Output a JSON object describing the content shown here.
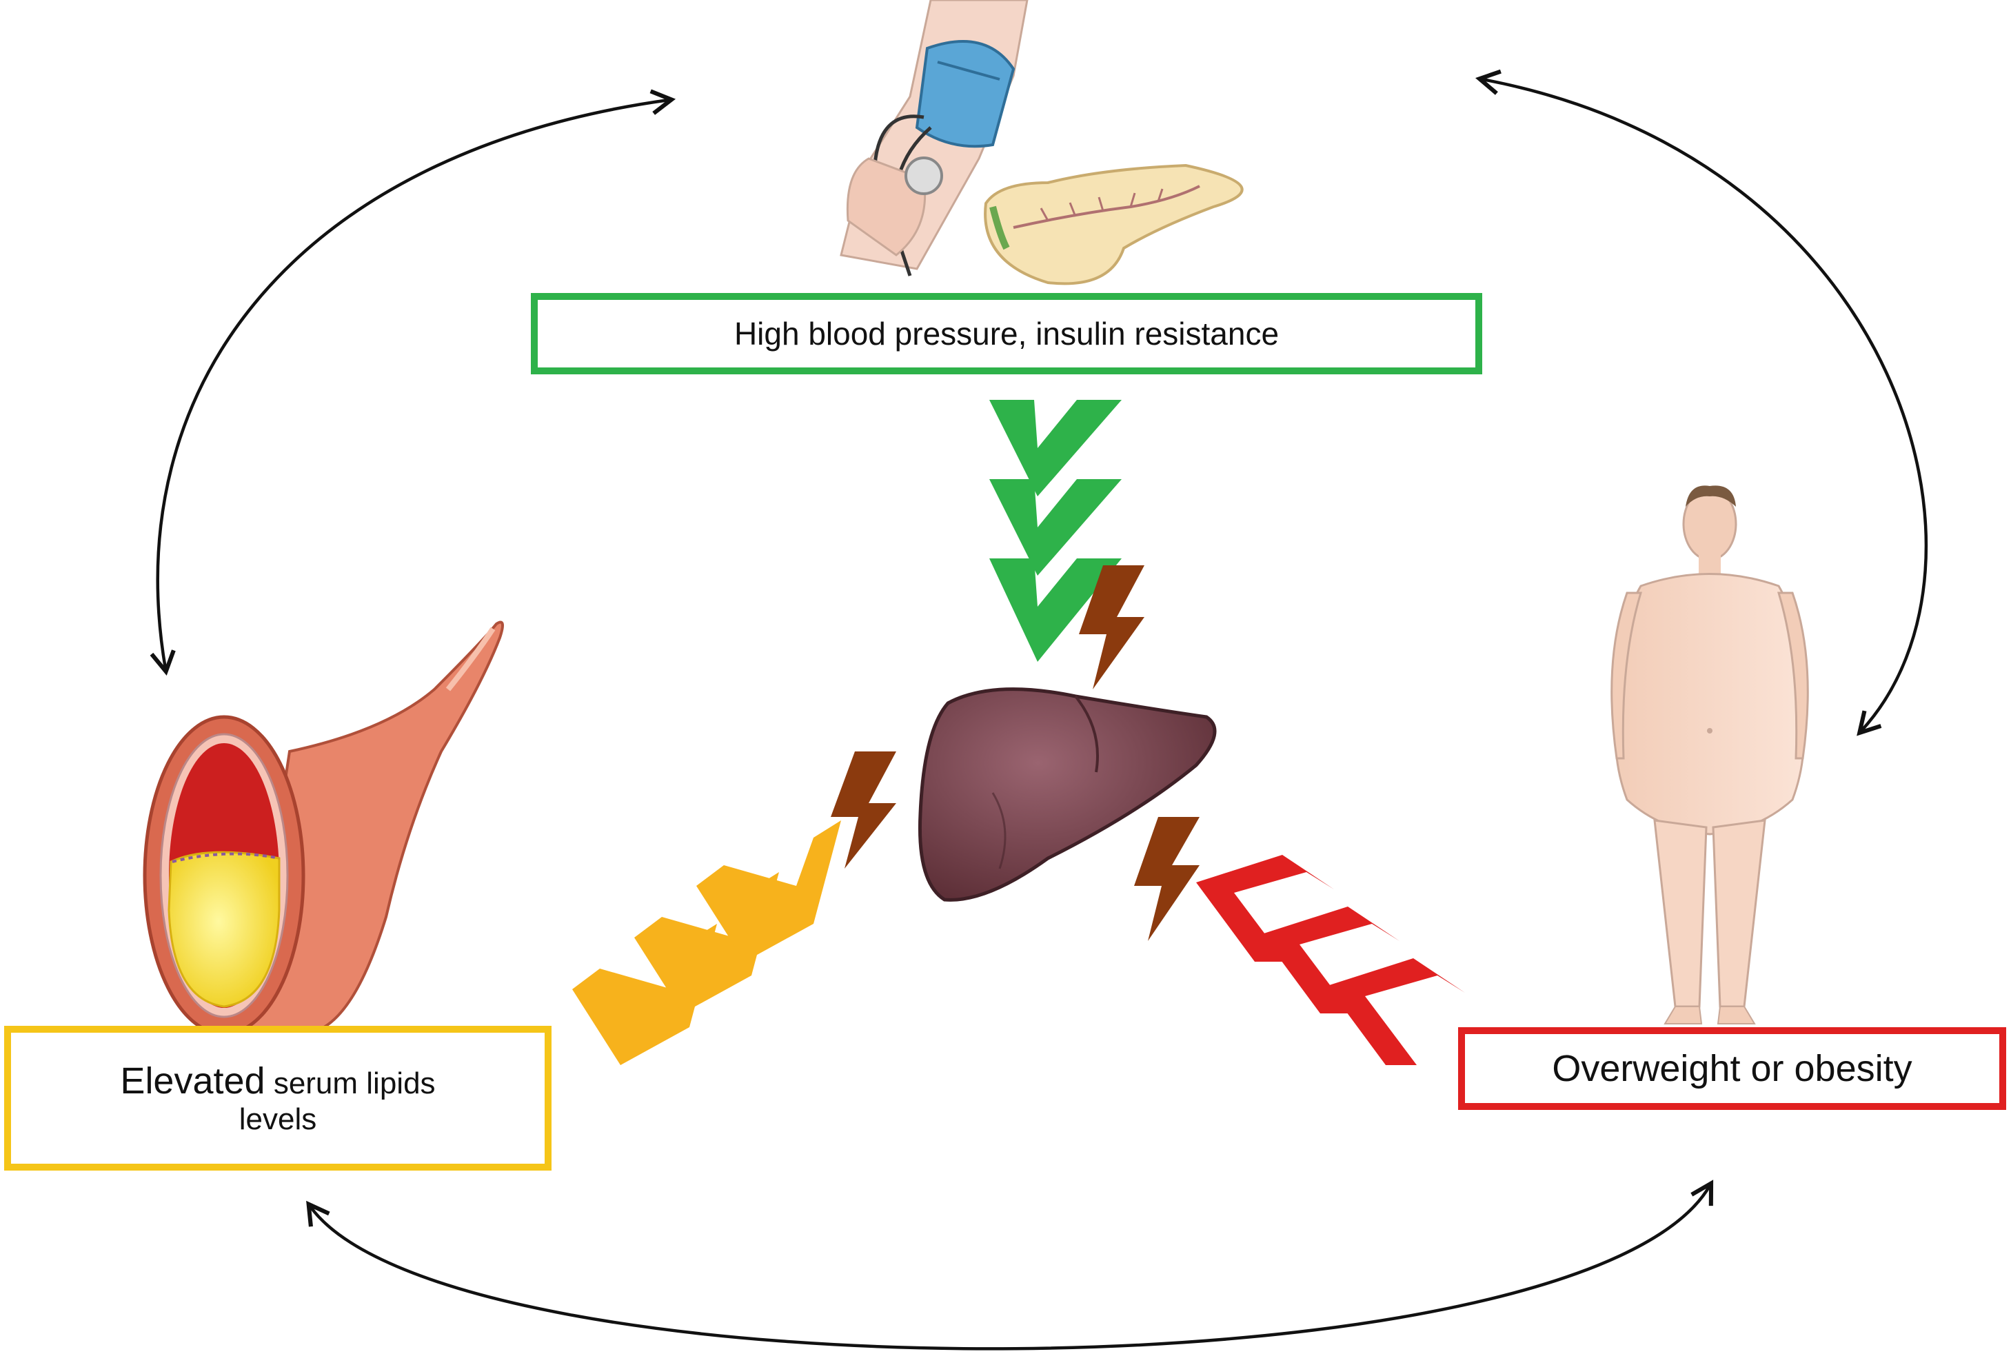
{
  "labels": {
    "top": "High blood pressure, insulin resistance",
    "left_big": "Elevated",
    "left_rest_line1": "serum lipids",
    "left_rest_line2": "levels",
    "right": "Overweight or obesity"
  },
  "colors": {
    "green": "#2eb24a",
    "yellow": "#f5c518",
    "orange": "#f7b21c",
    "red": "#e02020",
    "brown": "#8b3a0e",
    "liver": "#7a4850",
    "cycle_arrow": "#111111"
  },
  "icons": [
    "blood-pressure-cuff-icon",
    "pancreas-icon",
    "liver-icon",
    "artery-icon",
    "human-body-icon",
    "lightning-bolt-icon",
    "chevron-arrow-icon"
  ]
}
